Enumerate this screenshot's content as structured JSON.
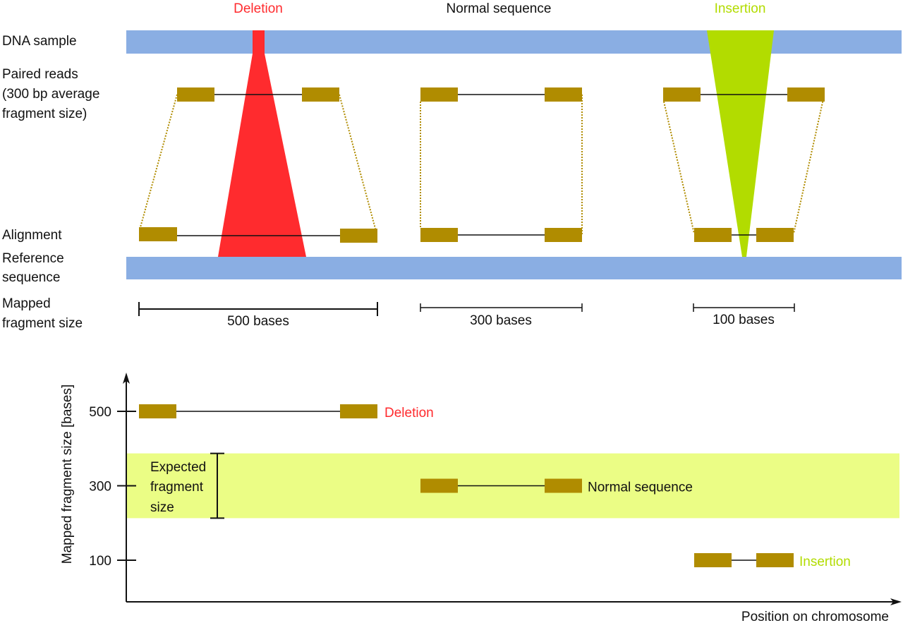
{
  "colors": {
    "dna_bar": "#8aaee3",
    "read": "#b08c00",
    "deletion": "#ff2b2e",
    "insertion": "#b2dc00",
    "expected_band": "#ebfd85",
    "line": "#111111",
    "connector": "#b08c00"
  },
  "column_titles": {
    "deletion": "Deletion",
    "normal": "Normal sequence",
    "insertion": "Insertion"
  },
  "row_labels": {
    "dna_sample": "DNA sample",
    "paired_reads": [
      "Paired reads",
      "(300 bp average",
      "fragment size)"
    ],
    "alignment": "Alignment",
    "reference": [
      "Reference",
      "sequence"
    ],
    "mapped": [
      "Mapped",
      "fragment size"
    ]
  },
  "scale_labels": {
    "deletion": "500 bases",
    "normal": "300 bases",
    "insertion": "100 bases"
  },
  "plot": {
    "ylabel": "Mapped fragment size [bases]",
    "xlabel": "Position on chromosome",
    "yticks": [
      "500",
      "300",
      "100"
    ],
    "expected_label": [
      "Expected",
      "fragment",
      "size"
    ],
    "entries": [
      {
        "name": "Deletion",
        "fragment_size": 500
      },
      {
        "name": "Normal sequence",
        "fragment_size": 300
      },
      {
        "name": "Insertion",
        "fragment_size": 100
      }
    ],
    "expected_range": [
      213,
      387
    ]
  }
}
